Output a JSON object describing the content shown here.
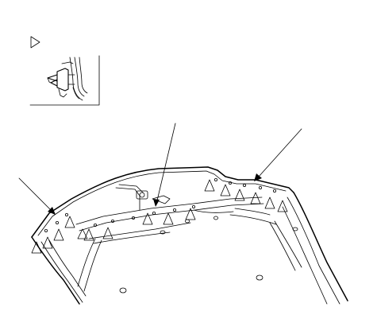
{
  "diagram": {
    "kind": "parts-illustration",
    "subject": "hood-underside-insulator-with-clips",
    "line_color": "#000000",
    "background": "#ffffff",
    "callout": {
      "marker": "triangle-marker-icon",
      "inset": "clip-detail-inset"
    },
    "clip_marker_count": 16,
    "leader_count": 3
  }
}
